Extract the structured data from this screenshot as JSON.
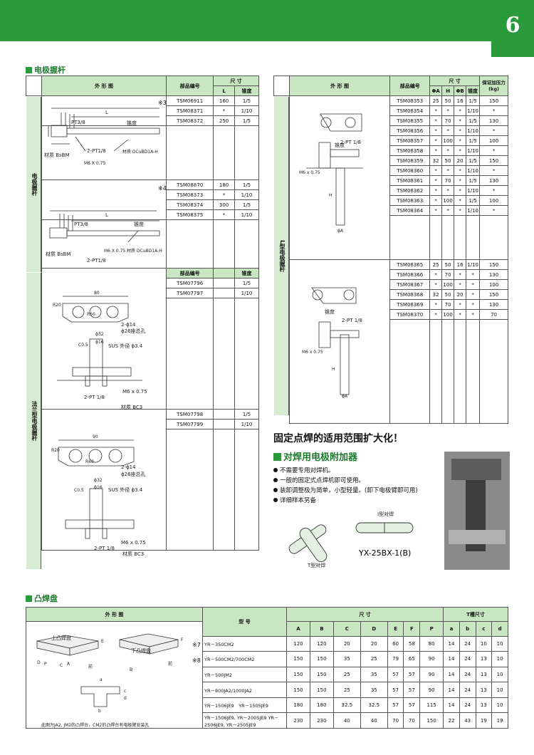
{
  "page": {
    "number": "6"
  },
  "sections": {
    "holders_title": "电极握杆",
    "boss_title": "凸焊盘"
  },
  "left_table": {
    "headers": {
      "drawing": "外 形 图",
      "part": "部品编号",
      "dim": "尺 寸",
      "L": "L",
      "taper": "锥度",
      "part2": "部品编号",
      "taper2": "锥度"
    },
    "side_a": "电极握杆",
    "side_b": "法兰型电极握杆",
    "group1_mark": "※3",
    "group2_mark": "※4",
    "group1": [
      [
        "TSM06911",
        "160",
        "1/5"
      ],
      [
        "TSM08371",
        "*",
        "1/10"
      ],
      [
        "TSM08372",
        "250",
        "1/5"
      ]
    ],
    "group2": [
      [
        "TSM08870",
        "180",
        "1/5"
      ],
      [
        "TSM08373",
        "*",
        "1/10"
      ],
      [
        "TSM08374",
        "300",
        "1/5"
      ],
      [
        "TSM08375",
        "*",
        "1/10"
      ]
    ],
    "group3": [
      [
        "TSM07796",
        "1/5"
      ],
      [
        "TSM07797",
        "1/10"
      ]
    ],
    "group4": [
      [
        "TSM07798",
        "1/5"
      ],
      [
        "TSM07799",
        "1/10"
      ]
    ],
    "d1": {
      "pt38": "PT3/8",
      "taper": "锥度",
      "pt18": "2-PT1/8",
      "m6": "M6 X 0.75",
      "mat1": "材质 BsBM",
      "mat2": "材质 DCuBD1A-H",
      "L": "L"
    },
    "d2": {
      "pt38": "PT3/8",
      "taper": "锥度",
      "pt18": "2-PT1/8",
      "m6": "M6 X 0.75",
      "mat1": "材质 BsBM",
      "mat2": "材质 DCuBD1A-H",
      "L": "L"
    },
    "d3": {
      "w": "80",
      "r20": "R20",
      "r60": "R60",
      "phi14": "2-ϕ14",
      "phi26": "ϕ26座总孔",
      "phi32": "ϕ32",
      "phi16": "ϕ16",
      "sus": "SUS 外径 ϕ3.4",
      "c05": "C0.5",
      "pt18": "2-PT 1/8",
      "m6": "M6 x 0.75",
      "mat": "材质 BC3"
    },
    "d4": {
      "w": "90",
      "r20": "R20",
      "r60": "R60",
      "phi14": "2-ϕ14",
      "phi26": "ϕ26座总孔",
      "phi32": "ϕ32",
      "phi16": "ϕ16",
      "sus": "SUS 外径 ϕ3.4",
      "c05": "C0.5",
      "pt18": "2-PT 1/8",
      "m6": "M6 x 0.75",
      "mat": "材质 BC3"
    }
  },
  "right_table": {
    "headers": {
      "drawing": "外 形 图",
      "part": "部品编号",
      "dim": "尺 寸",
      "phiA": "ΦA",
      "H": "H",
      "phiB": "ΦB",
      "taper": "锥度",
      "force": "保证加压力(kg)"
    },
    "side": "L型电极握杆",
    "group1": [
      [
        "TSM08353",
        "25",
        "50",
        "16",
        "1/5",
        "150"
      ],
      [
        "TSM08354",
        "*",
        "*",
        "*",
        "1/10",
        "*"
      ],
      [
        "TSM08355",
        "*",
        "70",
        "*",
        "1/5",
        "130"
      ],
      [
        "TSM08356",
        "*",
        "*",
        "*",
        "1/10",
        "*"
      ],
      [
        "TSM08357",
        "*",
        "100",
        "*",
        "1/5",
        "100"
      ],
      [
        "TSM08358",
        "*",
        "*",
        "*",
        "1/10",
        "*"
      ],
      [
        "TSM08359",
        "32",
        "50",
        "20",
        "1/5",
        "150"
      ],
      [
        "TSM08360",
        "*",
        "*",
        "*",
        "1/10",
        "*"
      ],
      [
        "TSM08361",
        "*",
        "70",
        "*",
        "1/5",
        "130"
      ],
      [
        "TSM08362",
        "*",
        "*",
        "*",
        "1/10",
        "*"
      ],
      [
        "TSM08363",
        "*",
        "100",
        "*",
        "1/5",
        "100"
      ],
      [
        "TSM08364",
        "*",
        "*",
        "*",
        "1/10",
        "*"
      ]
    ],
    "group2": [
      [
        "TSM08365",
        "25",
        "50",
        "16",
        "1/10",
        "150"
      ],
      [
        "TSM08366",
        "*",
        "70",
        "*",
        "*",
        "130"
      ],
      [
        "TSM08367",
        "*",
        "100",
        "*",
        "*",
        "100"
      ],
      [
        "TSM08368",
        "32",
        "50",
        "20",
        "*",
        "150"
      ],
      [
        "TSM08369",
        "*",
        "70",
        "*",
        "*",
        "130"
      ],
      [
        "TSM08370",
        "*",
        "100",
        "*",
        "*",
        "70"
      ]
    ],
    "d1": {
      "pt18": "2-PT 1/8",
      "taper": "锥度",
      "m6": "M6 x 0.75",
      "phiA": "ϕA",
      "H": "H"
    },
    "d2": {
      "pt18": "2-PT 1/8",
      "taper": "锥度",
      "m6": "M6 x 0.75",
      "phiA": "ϕA",
      "H": "H"
    }
  },
  "adv": {
    "headline": "固定点焊的适用范围扩大化！",
    "subtitle": "对焊用电极附加器",
    "bullets": [
      "不需要专用对焊机。",
      "一般的固定式点焊机即可使用。",
      "装卸调整极为简单，小型轻量。(卸下电极臂即可用)",
      "详细样本另备"
    ],
    "i_label": "I型对焊",
    "t_label": "T型对焊",
    "model": "YX-25BX-1(B)"
  },
  "boss_table": {
    "headers": {
      "drawing": "外 形 图",
      "model": "型 号",
      "dim": "尺 寸",
      "tslot": "T槽尺寸"
    },
    "cols": [
      "A",
      "B",
      "C",
      "D",
      "E",
      "F",
      "P",
      "a",
      "b",
      "c",
      "d"
    ],
    "marks": [
      "※7",
      "※8"
    ],
    "drawing_labels": {
      "upper": "上凸焊盘",
      "lower": "下凸焊盘",
      "front": "前",
      "front2": "前",
      "E": "E",
      "F": "F",
      "a": "a",
      "b": "b",
      "c": "c",
      "d": "d",
      "D": "D",
      "P": "P",
      "C": "C",
      "A": "A",
      "B": "B",
      "note": "此图为JA2, JM2的凸焊台，CM2的凸焊台有电极臂安装孔"
    },
    "rows": [
      {
        "model": "YR－350CM2",
        "v": [
          "120",
          "120",
          "20",
          "20",
          "60",
          "58",
          "80",
          "14",
          "24",
          "10",
          "10"
        ]
      },
      {
        "model": "YR－500CM2/700CM2",
        "v": [
          "150",
          "150",
          "35",
          "25",
          "79",
          "65",
          "90",
          "14",
          "24",
          "13",
          "10"
        ]
      },
      {
        "model": "YR－500JM2",
        "v": [
          "150",
          "150",
          "25",
          "35",
          "57",
          "57",
          "90",
          "14",
          "24",
          "13",
          "10"
        ]
      },
      {
        "model": "YR－800JA2/1000JA2",
        "v": [
          "150",
          "150",
          "25",
          "35",
          "57",
          "57",
          "90",
          "14",
          "24",
          "13",
          "10"
        ]
      },
      {
        "model": "YR－1506JE9　YR－1505JE9",
        "v": [
          "180",
          "180",
          "32.5",
          "32.5",
          "57",
          "57",
          "115",
          "14",
          "24",
          "13",
          "10"
        ]
      },
      {
        "model": "YR－1506JE9, YR－2005JE9 YR－2506JE9, YR－2505JE9",
        "v": [
          "230",
          "230",
          "40",
          "40",
          "70",
          "70",
          "150",
          "22",
          "43",
          "19",
          "19"
        ]
      }
    ]
  },
  "colors": {
    "green": "#2a9a3c",
    "header": "#c8e6c2"
  }
}
